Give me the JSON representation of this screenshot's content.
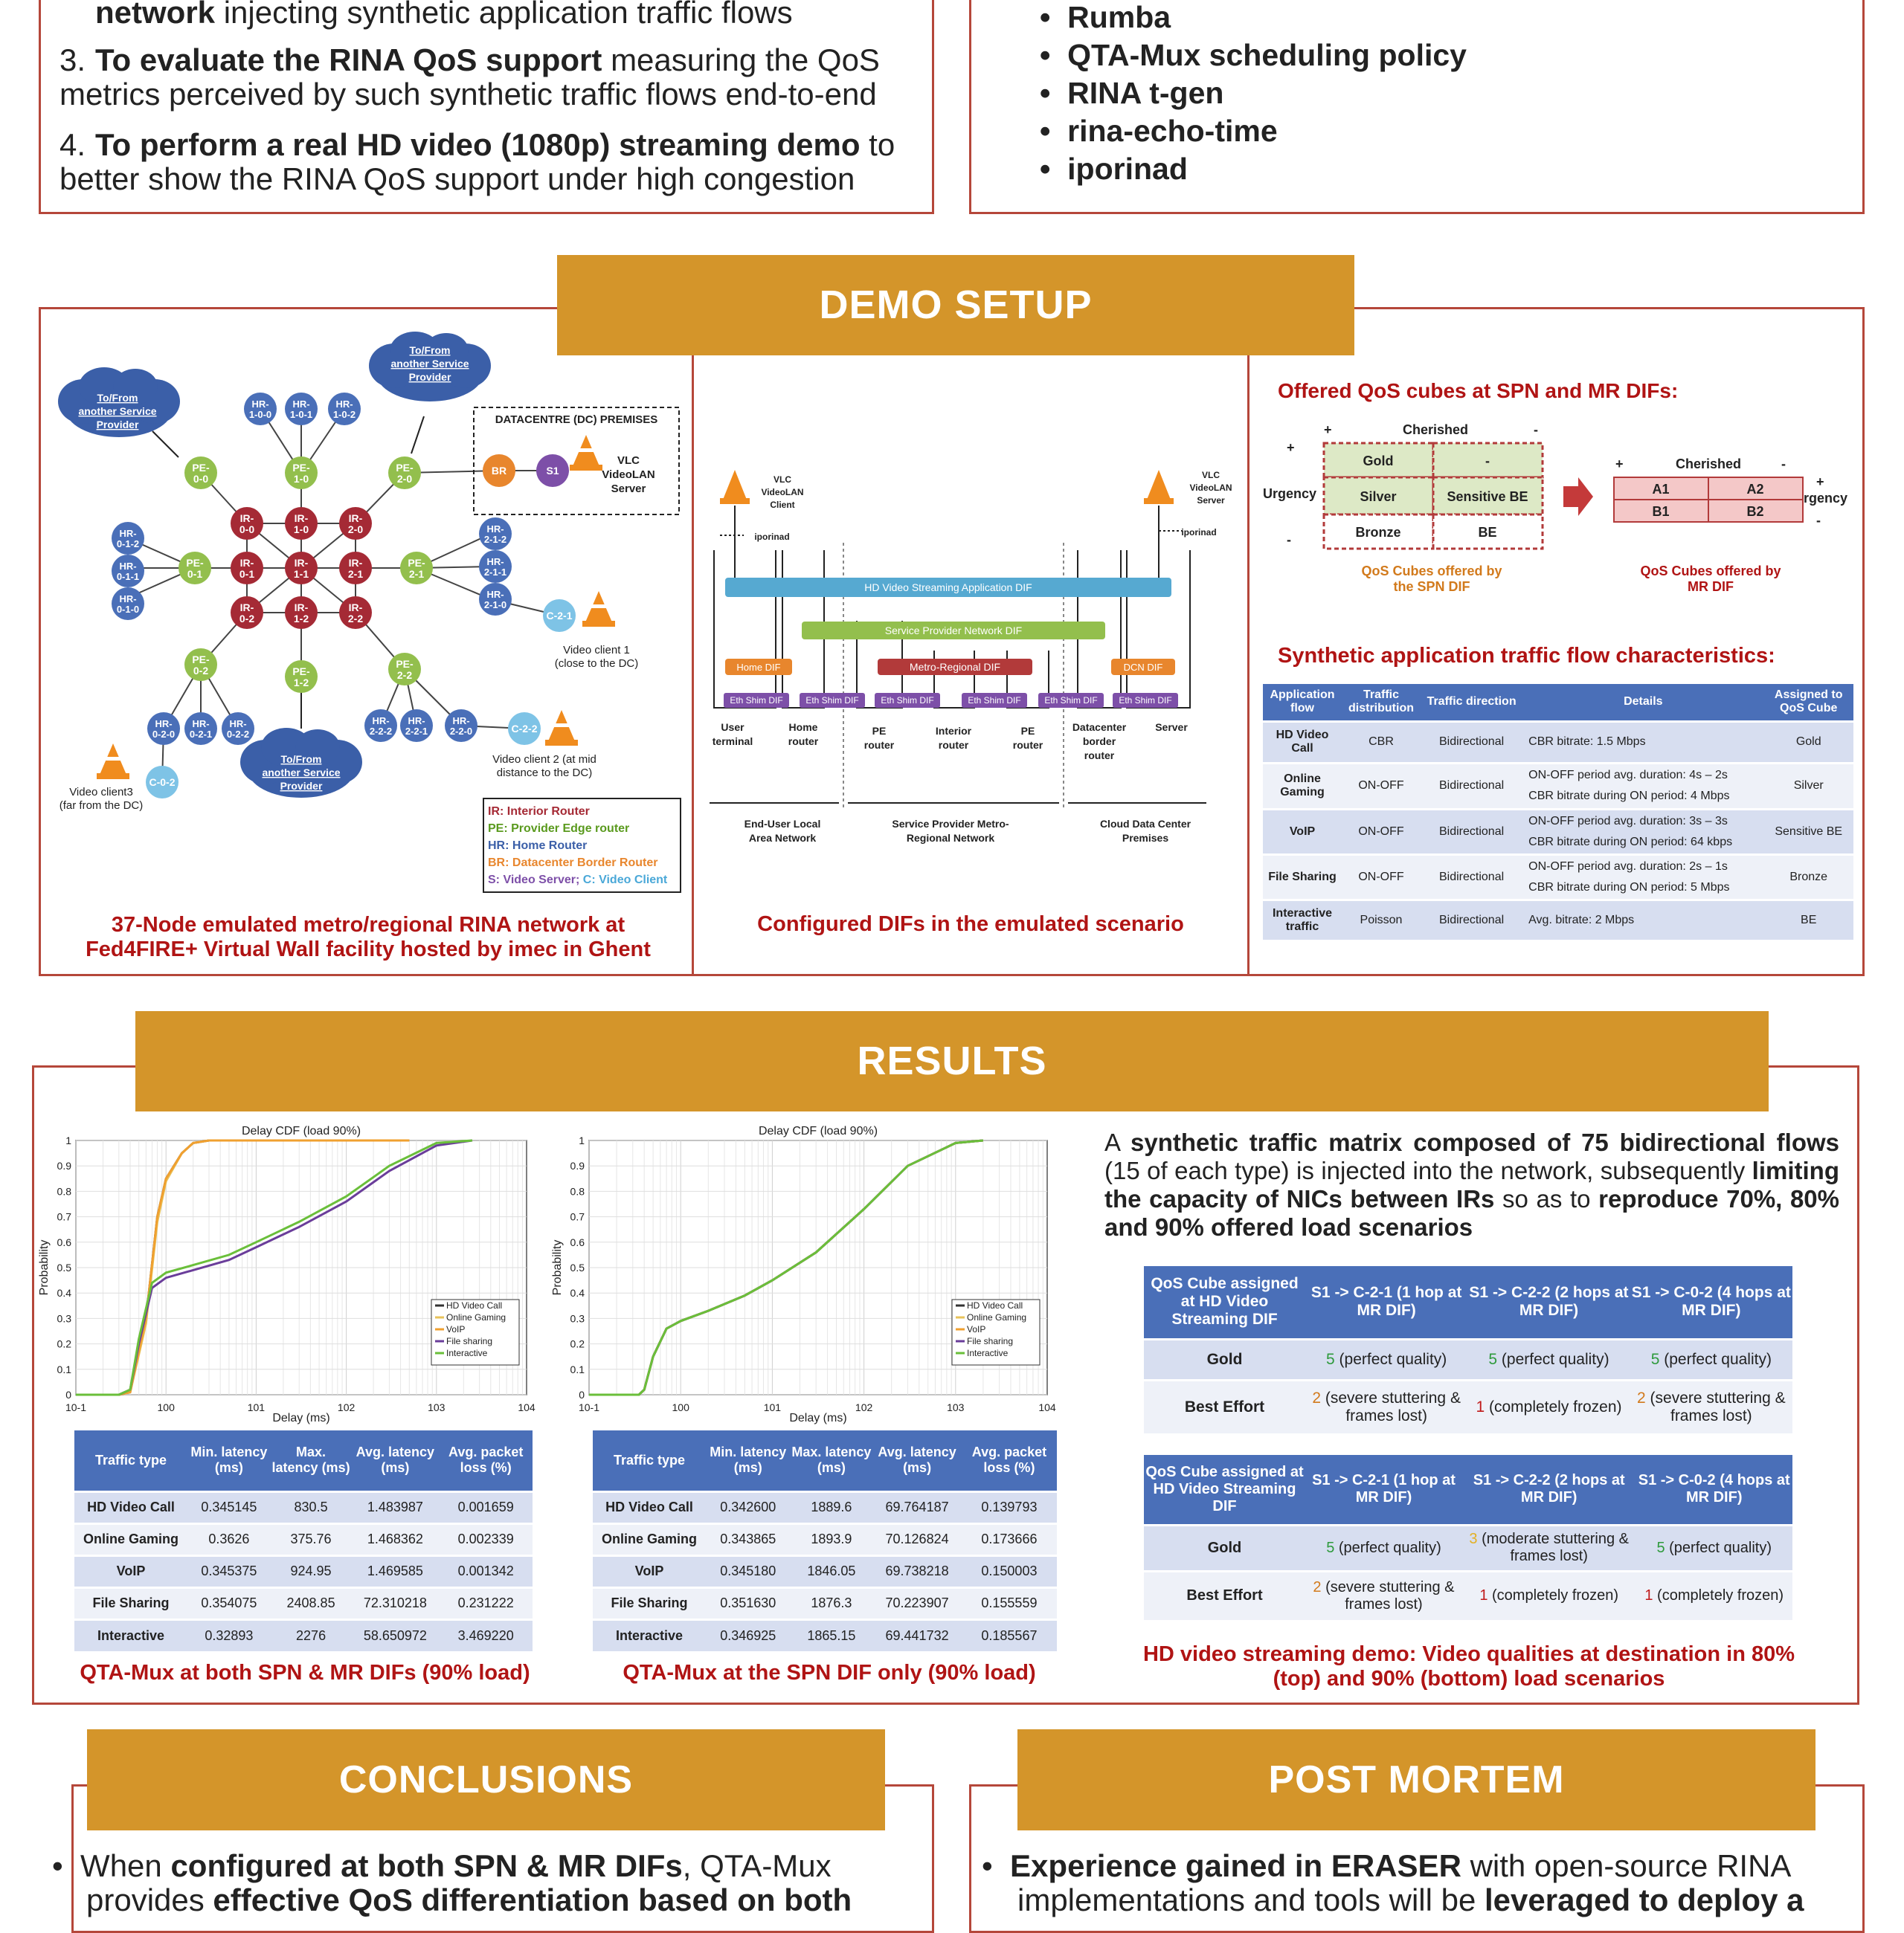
{
  "objectives": {
    "item2_bold": "network",
    "item2_rest": " injecting synthetic application traffic flows",
    "item3_num": "3.",
    "item3_bold": "To evaluate the RINA QoS support",
    "item3_rest": " measuring the QoS metrics perceived by such synthetic traffic flows end-to-end",
    "item4_num": "4.",
    "item4_bold": "To perform a real HD video (1080p) streaming demo",
    "item4_rest": " to better show the RINA QoS support under high congestion"
  },
  "tools": [
    "Rumba",
    "QTA-Mux scheduling policy",
    "RINA t-gen",
    "rina-echo-time",
    "iporinad"
  ],
  "demo_setup": {
    "title": "DEMO SETUP",
    "topology": {
      "ir": [
        "IR-0-0",
        "IR-1-0",
        "IR-2-0",
        "IR-0-1",
        "IR-1-1",
        "IR-2-1",
        "IR-0-2",
        "IR-1-2",
        "IR-2-2"
      ],
      "pe": [
        "PE-0-0",
        "PE-1-0",
        "PE-2-0",
        "PE-0-1",
        "PE-2-1",
        "PE-0-2",
        "PE-1-2",
        "PE-2-2"
      ],
      "hr": [
        "HR-1-0-0",
        "HR-1-0-1",
        "HR-1-0-2",
        "HR-0-1-2",
        "HR-0-1-1",
        "HR-0-1-0",
        "HR-2-1-2",
        "HR-2-1-1",
        "HR-2-1-0",
        "HR-0-2-0",
        "HR-0-2-1",
        "HR-0-2-2",
        "HR-2-2-2",
        "HR-2-2-1",
        "HR-2-2-0"
      ],
      "clients": [
        "C-2-1",
        "C-2-2",
        "C-0-2"
      ],
      "br": "BR",
      "s1": "S1",
      "cloud": "To/From another Service Provider",
      "dc_label": "DATACENTRE (DC) PREMISES",
      "vlc_server": "VLC VideoLAN Server",
      "video_client1": "Video client 1 (close to the DC)",
      "video_client2": "Video client 2 (at mid distance to the DC)",
      "video_client3": "Video client3 (far from the DC)",
      "legend": {
        "ir": "IR: Interior Router",
        "pe": "PE: Provider Edge router",
        "hr": "HR: Home Router",
        "br": "BR: Datacenter Border Router",
        "s": "S: Video Server;",
        "c": "C: Video Client"
      },
      "caption": "37-Node emulated metro/regional RINA network at Fed4FIRE+ Virtual Wall facility hosted by imec in Ghent"
    },
    "difs": {
      "vlc_client": "VLC VideoLAN Client",
      "vlc_server": "VLC VideoLAN Server",
      "iporinad": "iporinad",
      "hd_dif": "HD Video Streaming Application DIF",
      "spn_dif": "Service Provider Network DIF",
      "home_dif": "Home DIF",
      "mr_dif": "Metro-Regional DIF",
      "dcn_dif": "DCN DIF",
      "eth": "Eth Shim DIF",
      "nodes": [
        "User terminal",
        "Home router",
        "PE router",
        "Interior router",
        "PE router",
        "Datacenter border router",
        "Server"
      ],
      "net_end": "End-User Local Area Network",
      "net_spn": "Service Provider Metro-Regional Network",
      "net_dc": "Cloud Data Center Premises",
      "caption": "Configured DIFs in the emulated scenario"
    },
    "qos": {
      "title": "Offered QoS cubes at SPN and MR DIFs:",
      "cherished": "Cherished",
      "urgency": "Urgency",
      "plus": "+",
      "minus": "-",
      "spn_cells": [
        "Gold",
        "-",
        "Silver",
        "Sensitive BE",
        "Bronze",
        "BE"
      ],
      "mr_cells": [
        "A1",
        "A2",
        "B1",
        "B2"
      ],
      "spn_caption": "QoS Cubes offered by the SPN DIF",
      "mr_caption": "QoS Cubes offered by MR DIF"
    },
    "traffic": {
      "title": "Synthetic application traffic flow characteristics:",
      "headers": [
        "Application flow",
        "Traffic distribution",
        "Traffic direction",
        "Details",
        "Assigned to QoS Cube"
      ],
      "rows": [
        [
          "HD Video Call",
          "CBR",
          "Bidirectional",
          "CBR bitrate: 1.5 Mbps",
          "",
          "Gold"
        ],
        [
          "Online Gaming",
          "ON-OFF",
          "Bidirectional",
          "ON-OFF period avg. duration: 4s – 2s",
          "CBR bitrate during ON period: 4 Mbps",
          "Silver"
        ],
        [
          "VoIP",
          "ON-OFF",
          "Bidirectional",
          "ON-OFF period avg. duration: 3s – 3s",
          "CBR bitrate during ON period: 64 kbps",
          "Sensitive BE"
        ],
        [
          "File Sharing",
          "ON-OFF",
          "Bidirectional",
          "ON-OFF period avg. duration: 2s – 1s",
          "CBR bitrate during ON period: 5 Mbps",
          "Bronze"
        ],
        [
          "Interactive traffic",
          "Poisson",
          "Bidirectional",
          "Avg. bitrate: 2 Mbps",
          "",
          "BE"
        ]
      ]
    }
  },
  "results": {
    "title": "RESULTS",
    "text_parts": [
      "A ",
      "synthetic traffic matrix composed of 75 bidirectional flows",
      " (15 of each type) is injected into the network, subsequently ",
      "limiting the capacity of NICs between IRs",
      " so as to ",
      "reproduce 70%, 80% and 90% offered load scenarios"
    ],
    "table_headers": [
      "Traffic type",
      "Min. latency (ms)",
      "Max. latency (ms)",
      "Avg. latency (ms)",
      "Avg. packet loss (%)"
    ],
    "table1": [
      [
        "HD Video Call",
        "0.345145",
        "830.5",
        "1.483987",
        "0.001659"
      ],
      [
        "Online Gaming",
        "0.3626",
        "375.76",
        "1.468362",
        "0.002339"
      ],
      [
        "VoIP",
        "0.345375",
        "924.95",
        "1.469585",
        "0.001342"
      ],
      [
        "File Sharing",
        "0.354075",
        "2408.85",
        "72.310218",
        "0.231222"
      ],
      [
        "Interactive",
        "0.32893",
        "2276",
        "58.650972",
        "3.469220"
      ]
    ],
    "table2": [
      [
        "HD Video Call",
        "0.342600",
        "1889.6",
        "69.764187",
        "0.139793"
      ],
      [
        "Online Gaming",
        "0.343865",
        "1893.9",
        "70.126824",
        "0.173666"
      ],
      [
        "VoIP",
        "0.345180",
        "1846.05",
        "69.738218",
        "0.150003"
      ],
      [
        "File Sharing",
        "0.351630",
        "1876.3",
        "70.223907",
        "0.155559"
      ],
      [
        "Interactive",
        "0.346925",
        "1865.15",
        "69.441732",
        "0.185567"
      ]
    ],
    "caption1": "QTA-Mux at both SPN & MR DIFs (90% load)",
    "caption2": "QTA-Mux at the SPN DIF only (90% load)",
    "video_headers": [
      "QoS Cube assigned at HD Video Streaming DIF",
      "S1 -> C-2-1 (1 hop at MR DIF)",
      "S1 -> C-2-2 (2 hops at MR DIF)",
      "S1 -> C-0-2 (4 hops at MR DIF)"
    ],
    "video80": [
      [
        "Gold",
        "5",
        "(perfect quality)",
        "5",
        "(perfect quality)",
        "5",
        "(perfect quality)"
      ],
      [
        "Best Effort",
        "2",
        "(severe stuttering & frames lost)",
        "1",
        "(completely frozen)",
        "2",
        "(severe stuttering & frames lost)"
      ]
    ],
    "video90": [
      [
        "Gold",
        "5",
        "(perfect quality)",
        "3",
        "(moderate stuttering & frames lost)",
        "5",
        "(perfect quality)"
      ],
      [
        "Best Effort",
        "2",
        "(severe stuttering & frames lost)",
        "1",
        "(completely frozen)",
        "1",
        "(completely frozen)"
      ]
    ],
    "video_caption": "HD video streaming demo: Video qualities at destination in 80% (top) and 90% (bottom) load scenarios"
  },
  "conclusions": {
    "title": "CONCLUSIONS",
    "p1": "When ",
    "p1b": "configured at both SPN & MR DIFs",
    "p1c": ", QTA-Mux",
    "p2": "provides ",
    "p2b": "effective QoS differentiation based on both"
  },
  "post_mortem": {
    "title": "POST MORTEM",
    "p1b": "Experience gained in ERASER",
    "p1": " with open-source RINA",
    "p2": "implementations and tools will be ",
    "p2b": "leveraged to deploy a"
  },
  "chart_data": [
    {
      "type": "line",
      "title": "Delay CDF (load 90%)",
      "xlabel": "Delay (ms)",
      "ylabel": "Probability",
      "xscale": "log",
      "xlim": [
        0.1,
        10000
      ],
      "ylim": [
        0,
        1
      ],
      "x_ticks": [
        "10-1",
        "100",
        "101",
        "102",
        "103",
        "104"
      ],
      "y_ticks": [
        "0",
        "0.1",
        "0.2",
        "0.3",
        "0.4",
        "0.5",
        "0.6",
        "0.7",
        "0.8",
        "0.9",
        "1"
      ],
      "grid": true,
      "legend": "bottom-right",
      "series": [
        {
          "name": "HD Video Call",
          "color": "#333333",
          "x": [
            0.1,
            0.3,
            0.4,
            0.6,
            0.8,
            1,
            1.5,
            2,
            3,
            5,
            10,
            100,
            500
          ],
          "y": [
            0,
            0,
            0.01,
            0.3,
            0.7,
            0.85,
            0.95,
            0.99,
            1,
            1,
            1,
            1,
            1
          ]
        },
        {
          "name": "Online Gaming",
          "color": "#e8c35a",
          "x": [
            0.1,
            0.3,
            0.4,
            0.6,
            0.8,
            1,
            1.5,
            2,
            3,
            5,
            10,
            100,
            500
          ],
          "y": [
            0,
            0,
            0.01,
            0.28,
            0.68,
            0.84,
            0.95,
            0.99,
            1,
            1,
            1,
            1,
            1
          ]
        },
        {
          "name": "VoIP",
          "color": "#f0a030",
          "x": [
            0.1,
            0.3,
            0.4,
            0.6,
            0.8,
            1,
            1.5,
            2,
            3,
            5,
            10,
            100,
            500
          ],
          "y": [
            0,
            0,
            0.01,
            0.3,
            0.7,
            0.85,
            0.95,
            0.99,
            1,
            1,
            1,
            1,
            1
          ]
        },
        {
          "name": "File sharing",
          "color": "#6a3d9a",
          "x": [
            0.1,
            0.3,
            0.4,
            0.5,
            0.7,
            1,
            2,
            5,
            10,
            30,
            100,
            300,
            1000,
            2500
          ],
          "y": [
            0,
            0,
            0.02,
            0.2,
            0.42,
            0.46,
            0.49,
            0.53,
            0.58,
            0.66,
            0.76,
            0.88,
            0.98,
            1
          ]
        },
        {
          "name": "Interactive",
          "color": "#6abf3a",
          "x": [
            0.1,
            0.3,
            0.4,
            0.5,
            0.7,
            1,
            2,
            5,
            10,
            30,
            100,
            300,
            1000,
            2500
          ],
          "y": [
            0,
            0,
            0.02,
            0.22,
            0.44,
            0.48,
            0.51,
            0.55,
            0.6,
            0.68,
            0.78,
            0.9,
            0.99,
            1
          ]
        }
      ]
    },
    {
      "type": "line",
      "title": "Delay CDF (load 90%)",
      "xlabel": "Delay (ms)",
      "ylabel": "Probability",
      "xscale": "log",
      "xlim": [
        0.1,
        10000
      ],
      "ylim": [
        0,
        1
      ],
      "x_ticks": [
        "10-1",
        "100",
        "101",
        "102",
        "103",
        "104"
      ],
      "y_ticks": [
        "0",
        "0.1",
        "0.2",
        "0.3",
        "0.4",
        "0.5",
        "0.6",
        "0.7",
        "0.8",
        "0.9",
        "1"
      ],
      "grid": true,
      "legend": "bottom-right",
      "series": [
        {
          "name": "HD Video Call",
          "color": "#333333",
          "x": [
            0.1,
            0.35,
            0.4,
            0.5,
            0.7,
            1,
            2,
            5,
            10,
            30,
            100,
            300,
            1000,
            2000
          ],
          "y": [
            0,
            0,
            0.02,
            0.15,
            0.26,
            0.29,
            0.33,
            0.39,
            0.45,
            0.56,
            0.73,
            0.9,
            0.99,
            1
          ]
        },
        {
          "name": "Online Gaming",
          "color": "#e8c35a",
          "x": [
            0.1,
            0.35,
            0.4,
            0.5,
            0.7,
            1,
            2,
            5,
            10,
            30,
            100,
            300,
            1000,
            2000
          ],
          "y": [
            0,
            0,
            0.02,
            0.15,
            0.26,
            0.29,
            0.33,
            0.39,
            0.45,
            0.56,
            0.73,
            0.9,
            0.99,
            1
          ]
        },
        {
          "name": "VoIP",
          "color": "#f0a030",
          "x": [
            0.1,
            0.35,
            0.4,
            0.5,
            0.7,
            1,
            2,
            5,
            10,
            30,
            100,
            300,
            1000,
            2000
          ],
          "y": [
            0,
            0,
            0.02,
            0.15,
            0.26,
            0.29,
            0.33,
            0.39,
            0.45,
            0.56,
            0.73,
            0.9,
            0.99,
            1
          ]
        },
        {
          "name": "File sharing",
          "color": "#6a3d9a",
          "x": [
            0.1,
            0.35,
            0.4,
            0.5,
            0.7,
            1,
            2,
            5,
            10,
            30,
            100,
            300,
            1000,
            2000
          ],
          "y": [
            0,
            0,
            0.02,
            0.15,
            0.26,
            0.29,
            0.33,
            0.39,
            0.45,
            0.56,
            0.73,
            0.9,
            0.99,
            1
          ]
        },
        {
          "name": "Interactive",
          "color": "#6abf3a",
          "x": [
            0.1,
            0.35,
            0.4,
            0.5,
            0.7,
            1,
            2,
            5,
            10,
            30,
            100,
            300,
            1000,
            2000
          ],
          "y": [
            0,
            0,
            0.02,
            0.15,
            0.26,
            0.29,
            0.33,
            0.39,
            0.45,
            0.56,
            0.73,
            0.9,
            0.99,
            1
          ]
        }
      ]
    }
  ]
}
